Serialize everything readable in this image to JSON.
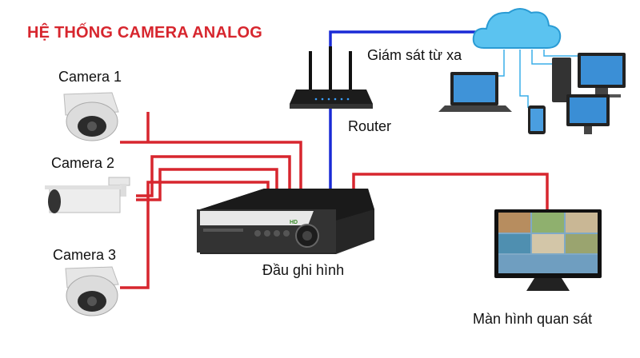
{
  "title": "HỆ THỐNG CAMERA ANALOG",
  "labels": {
    "camera1": "Camera 1",
    "camera2": "Camera 2",
    "camera3": "Camera 3",
    "router": "Router",
    "remote": "Giám sát từ xa",
    "recorder": "Đầu ghi hình",
    "monitor": "Màn hình quan sát",
    "recorder_badge": "HD"
  },
  "colors": {
    "title": "#d7262e",
    "camera_cable": "#d7262e",
    "network_cable": "#1a2bd6",
    "cloud": "#3aaee8"
  }
}
